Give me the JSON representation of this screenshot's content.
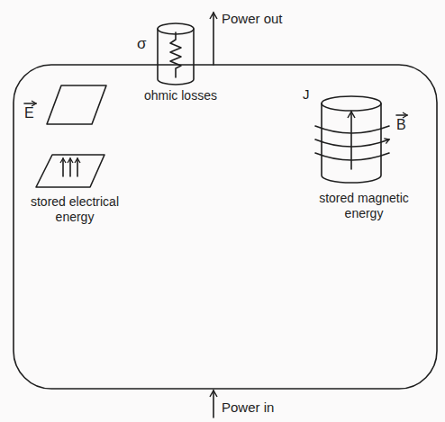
{
  "diagram": {
    "labels": [
      "Power out",
      "E",
      "σ",
      "ohmic losses",
      "J",
      "B",
      "stored electrical energy",
      "stored magnetic energy",
      "Power in"
    ]
  }
}
